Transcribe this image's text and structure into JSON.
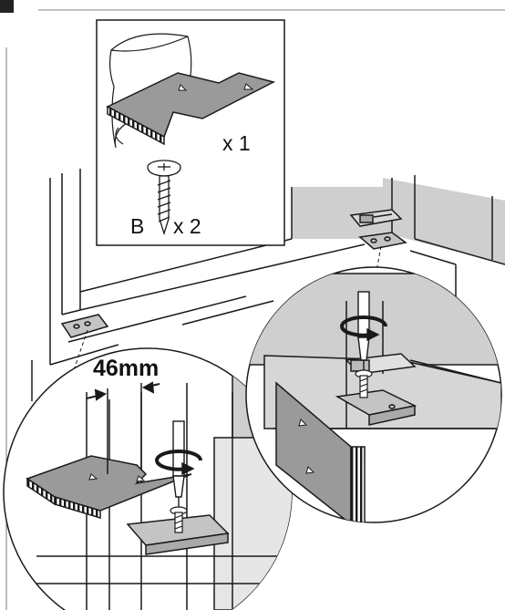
{
  "diagram": {
    "parts_box": {
      "panel_quantity": "x 1",
      "screw_letter": "B",
      "screw_quantity": "x 2"
    },
    "dimension": {
      "label": "46mm"
    },
    "colors": {
      "line": "#1a1a1a",
      "panel_gray": "#9a9a9a",
      "panel_dark": "#707070",
      "cabinet_gray": "#cfcfcf",
      "shadow_gray": "#b8b8b8",
      "bracket_gray": "#c4c4c4",
      "header_bar": "#222222"
    },
    "icons": [
      "bag-icon",
      "screw-icon",
      "screwdriver-icon",
      "rotation-arrow-icon",
      "hinge-icon",
      "bracket-icon"
    ]
  }
}
